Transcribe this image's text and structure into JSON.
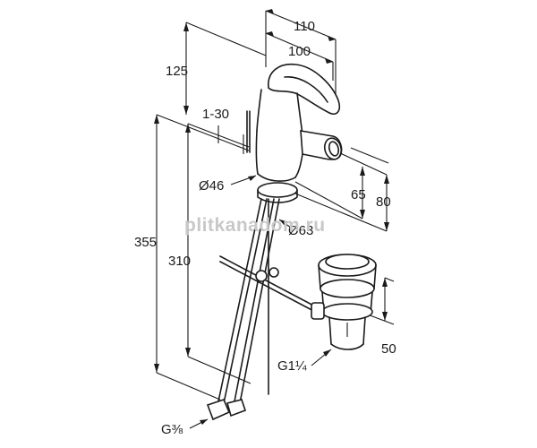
{
  "dimensions": {
    "d110": "110",
    "d100": "100",
    "d125": "125",
    "d1_30": "1-30",
    "d46": "Ø46",
    "d65": "65",
    "d80": "80",
    "d63": "Ø63",
    "d355": "355",
    "d310": "310",
    "d50": "50",
    "g1_1_4": "G1¼",
    "g3_8": "G⅜"
  },
  "watermark": "plitkanadom.ru"
}
